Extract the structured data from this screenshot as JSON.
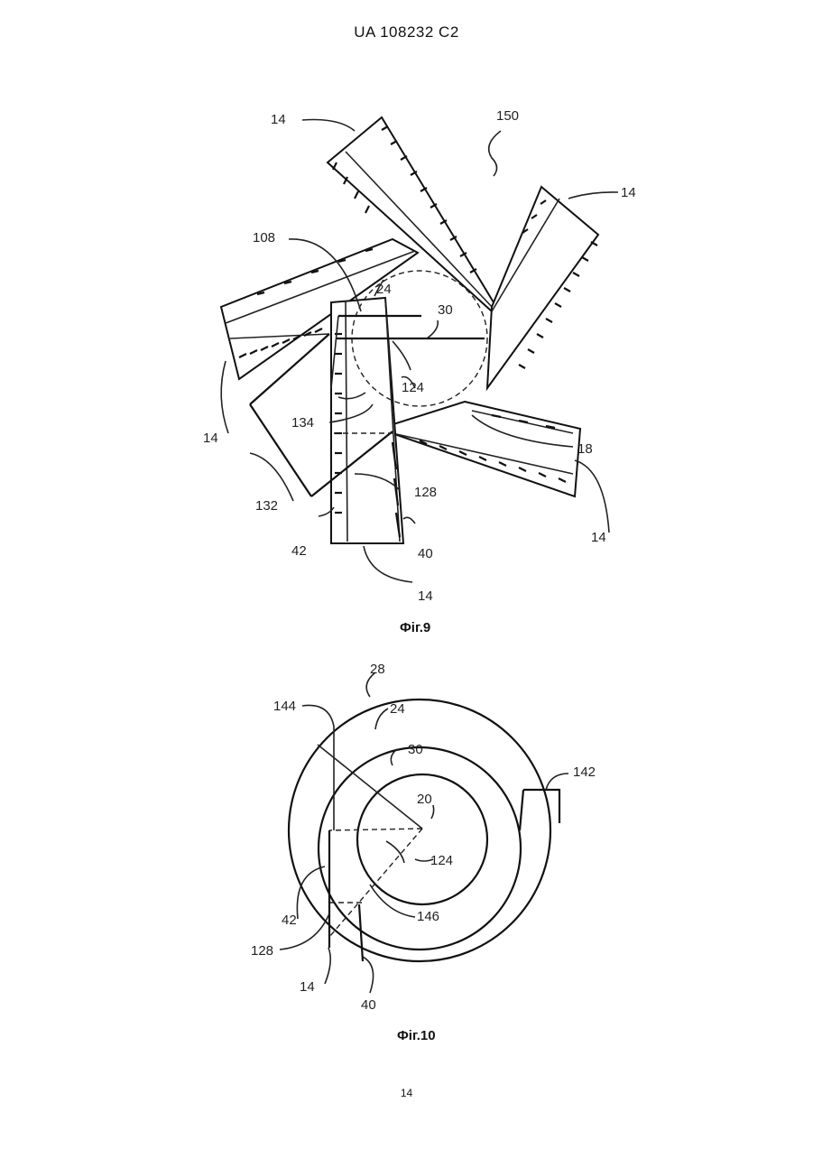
{
  "header": {
    "patent_number": "UA   108232   C2"
  },
  "figure9": {
    "caption": "Фіг.9",
    "labels": {
      "l150": "150",
      "l14_top": "14",
      "l14_right": "14",
      "l14_left": "14",
      "l14_br": "14",
      "l14_bottom": "14",
      "l108": "108",
      "l24": "24",
      "l30": "30",
      "l124": "124",
      "l134": "134",
      "l18": "18",
      "l128": "128",
      "l132": "132",
      "l42": "42",
      "l40": "40"
    }
  },
  "figure10": {
    "caption": "Фіг.10",
    "labels": {
      "l28": "28",
      "l144": "144",
      "l24": "24",
      "l30": "30",
      "l142": "142",
      "l20": "20",
      "l124": "124",
      "l146": "146",
      "l42": "42",
      "l128": "128",
      "l14": "14",
      "l40": "40"
    }
  },
  "page_number": "14"
}
